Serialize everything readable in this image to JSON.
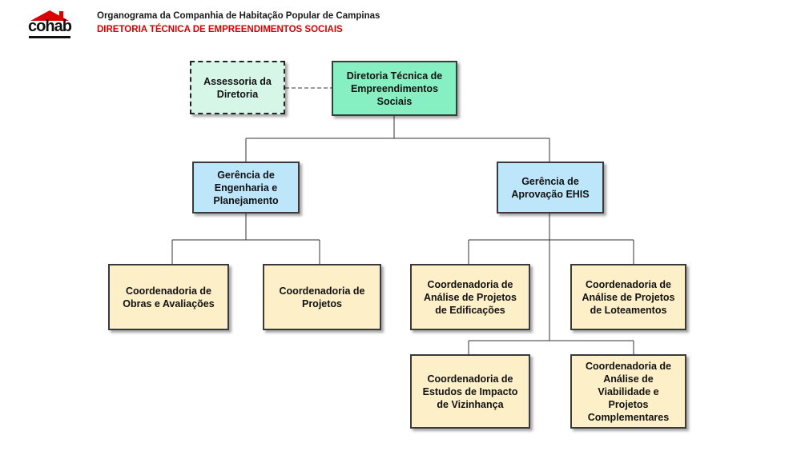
{
  "header": {
    "logo_text": "cohab",
    "title": "Organograma da Companhia de Habitação Popular de Campinas",
    "subtitle": "DIRETORIA TÉCNICA DE EMPREENDIMENTOS SOCIAIS"
  },
  "colors": {
    "subtitle": "#d80000",
    "director": "#86f0c3",
    "advisory": "#d6f7e8",
    "management": "#bde6fa",
    "coordination": "#fdefc7"
  },
  "org": {
    "director": [
      "Diretoria Técnica de",
      "Empreendimentos",
      "Sociais"
    ],
    "advisory": [
      "Assessoria da",
      "Diretoria"
    ],
    "gerencia_engenharia": [
      "Gerência de",
      "Engenharia e",
      "Planejamento"
    ],
    "gerencia_aprovacao": [
      "Gerência de",
      "Aprovação EHIS"
    ],
    "coord_obras": [
      "Coordenadoria de",
      "Obras e Avaliações"
    ],
    "coord_projetos": [
      "Coordenadoria de",
      "Projetos"
    ],
    "coord_edificacoes": [
      "Coordenadoria de",
      "Análise de Projetos",
      "de Edificações"
    ],
    "coord_loteamentos": [
      "Coordenadoria de",
      "Análise de Projetos",
      "de Loteamentos"
    ],
    "coord_vizinhanca": [
      "Coordenadoria de",
      "Estudos de Impacto",
      "de Vizinhança"
    ],
    "coord_viabilidade": [
      "Coordenadoria de",
      "Análise de",
      "Viabilidade e",
      "Projetos",
      "Complementares"
    ]
  }
}
